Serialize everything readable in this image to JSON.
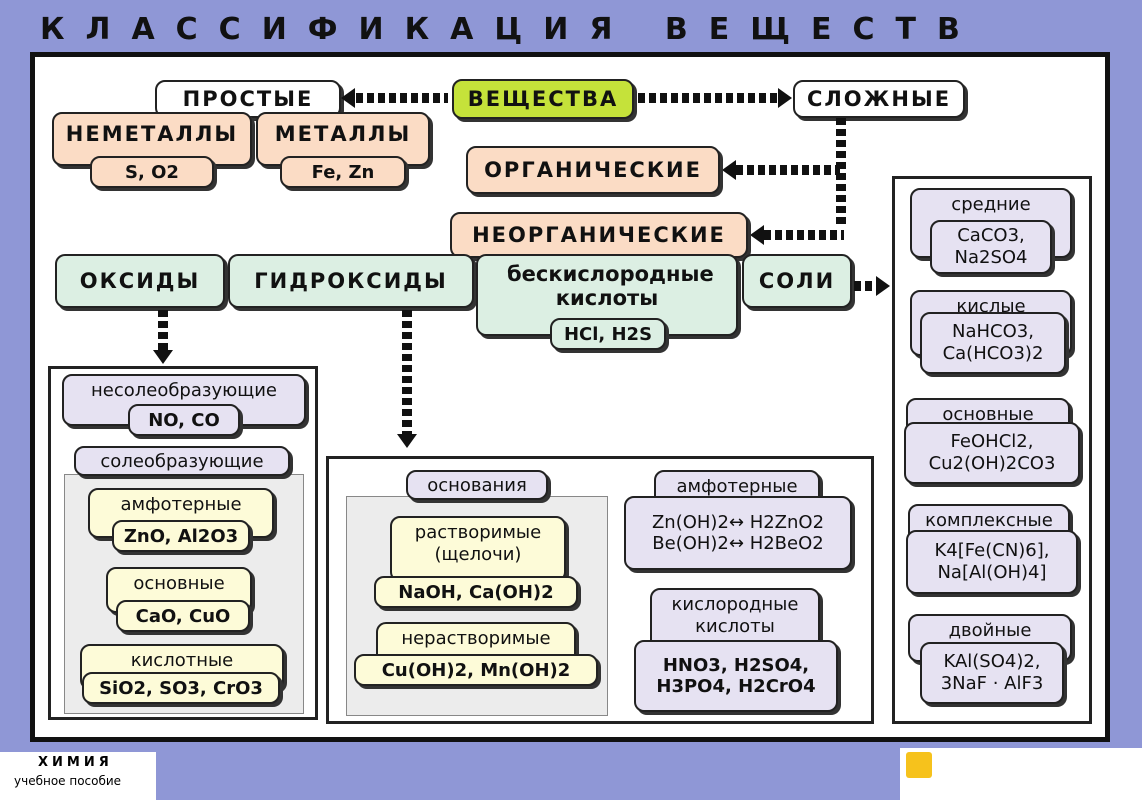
{
  "title": "КЛАССИФИКАЦИЯ ВЕЩЕСТВ",
  "top": {
    "substances": "ВЕЩЕСТВА",
    "simple": "ПРОСТЫЕ",
    "complex": "СЛОЖНЫЕ",
    "nonmetals": "НЕМЕТАЛЛЫ",
    "nonmetals_ex": "S, O2",
    "metals": "МЕТАЛЛЫ",
    "metals_ex": "Fe, Zn",
    "organic": "ОРГАНИЧЕСКИЕ",
    "inorganic": "НЕОРГАНИЧЕСКИЕ"
  },
  "classes": {
    "oxides": "ОКСИДЫ",
    "hydroxides": "ГИДРОКСИДЫ",
    "oxygenfree_acids": "бескислородные кислоты",
    "oxygenfree_ex": "HCl, H2S",
    "salts": "СОЛИ"
  },
  "oxides_panel": {
    "nonsalt": "несолеобразующие",
    "nonsalt_ex": "NO, CO",
    "salt": "солеобразующие",
    "amphoteric": "амфотерные",
    "amphoteric_ex": "ZnO, Al2O3",
    "basic": "основные",
    "basic_ex": "CaO, CuO",
    "acidic": "кислотные",
    "acidic_ex": "SiO2, SO3, CrO3"
  },
  "hydroxides_panel": {
    "bases": "основания",
    "soluble": "растворимые (щелочи)",
    "soluble_ex": "NaOH, Ca(OH)2",
    "insoluble": "нерастворимые",
    "insoluble_ex": "Cu(OH)2, Mn(OH)2",
    "amphoteric": "амфотерные",
    "amph_ex1": "Zn(OH)2↔ H2ZnO2",
    "amph_ex2": "Be(OH)2↔ H2BeO2",
    "oxy_acids": "кислородные кислоты",
    "oxy_ex1": "HNO3, H2SO4,",
    "oxy_ex2": "H3PO4, H2CrO4"
  },
  "salts_panel": {
    "middle": "средние",
    "middle_ex": "CaCO3, Na2SO4",
    "acidic": "кислые",
    "acidic_ex": "NaHCO3, Ca(HCO3)2",
    "basic": "основные",
    "basic_ex": "FeOHCl2, Cu2(OH)2CO3",
    "complex": "комплексные",
    "complex_ex": "K4[Fe(CN)6], Na[Al(OH)4]",
    "double": "двойные",
    "double_ex": "KAl(SO4)2, 3NaF · AlF3"
  },
  "footer": {
    "subject": "ХИМИЯ",
    "subtitle": "учебное пособие"
  }
}
